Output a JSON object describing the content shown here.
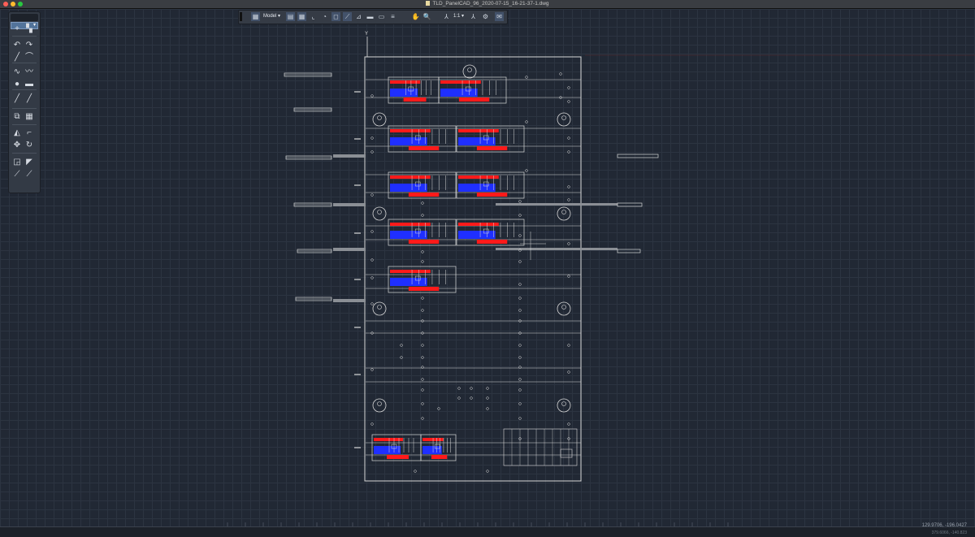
{
  "window": {
    "title": "TLD_PanelCAD_96_2020-07-15_16-21-37-1.dwg",
    "traffic_lights": {
      "close": "#fe5f57",
      "minimize": "#febc2e",
      "zoom": "#28c840"
    }
  },
  "colors": {
    "canvas_bg": "#212834",
    "grid": "#2c3441",
    "drawing_lines": "#d8d8d8",
    "dim_grey": "#8b8f95",
    "accent_red": "#ff1a1a",
    "accent_blue": "#1f2fff"
  },
  "tool_palette": {
    "tools": [
      {
        "name": "point-icon",
        "glyph": "+"
      },
      {
        "name": "hatch-icon",
        "glyph": "▚"
      },
      {
        "name": "undo-icon",
        "glyph": "↶"
      },
      {
        "name": "redo-icon",
        "glyph": "↷"
      },
      {
        "name": "line-icon",
        "glyph": "╱"
      },
      {
        "name": "arc-icon",
        "glyph": "⌒"
      },
      {
        "name": "polyline-icon",
        "glyph": "∿"
      },
      {
        "name": "spline-icon",
        "glyph": "〰"
      },
      {
        "name": "circle-icon",
        "glyph": "●"
      },
      {
        "name": "rectangle-icon",
        "glyph": "▬"
      },
      {
        "name": "xline-icon",
        "glyph": "╱"
      },
      {
        "name": "ray-icon",
        "glyph": "╱"
      },
      {
        "name": "copy-icon",
        "glyph": "⧉"
      },
      {
        "name": "array-icon",
        "glyph": "▦"
      },
      {
        "name": "mirror-icon",
        "glyph": "◭"
      },
      {
        "name": "fillet-icon",
        "glyph": "⌐"
      },
      {
        "name": "move-icon",
        "glyph": "✥"
      },
      {
        "name": "rotate-icon",
        "glyph": "↻"
      },
      {
        "name": "scale-icon",
        "glyph": "◲"
      },
      {
        "name": "stretch-icon",
        "glyph": "◤"
      },
      {
        "name": "trim-icon",
        "glyph": "⟋"
      },
      {
        "name": "extend-icon",
        "glyph": "⟋"
      }
    ]
  },
  "top_toolbar": {
    "layout_label": "Model",
    "annotation_scale": "1:1"
  },
  "status": {
    "coords": "129.9706, -196.0427",
    "secondary": "379.6066, -140.823"
  }
}
